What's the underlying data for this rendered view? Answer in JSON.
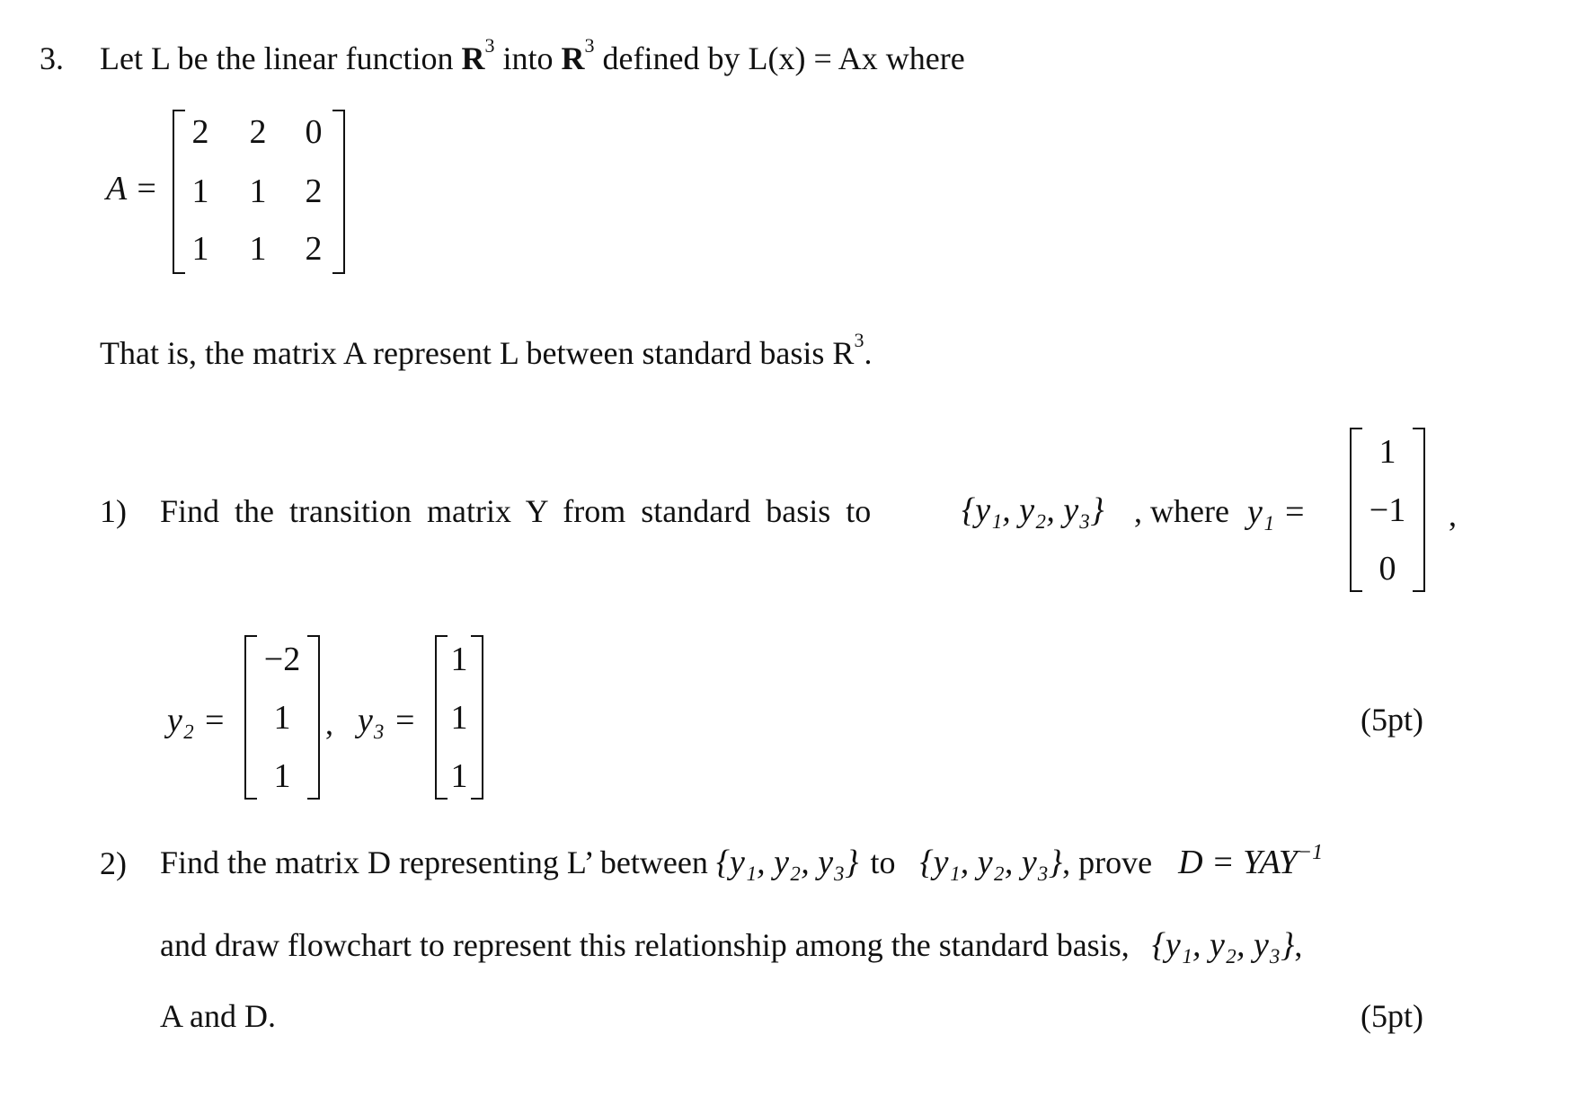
{
  "problem": {
    "number": "3.",
    "intro_a": "Let L be the linear function ",
    "R": "R",
    "exp3": "3",
    "intro_into": " into ",
    "intro_b": " defined by L(x) = Ax where",
    "matrix_label": "A =",
    "matrix_A": [
      [
        "2",
        "2",
        "0"
      ],
      [
        "1",
        "1",
        "2"
      ],
      [
        "1",
        "1",
        "2"
      ]
    ],
    "that_is": "That is, the matrix A represent L between standard basis R",
    "that_is_end": "."
  },
  "part1": {
    "num": "1)",
    "text": "Find the transition matrix Y from standard basis to",
    "set": "{y₁, y₂, y₃}",
    "where": ", where",
    "y1_label": "y₁ =",
    "y1": [
      "1",
      "−1",
      "0"
    ],
    "comma": ",",
    "y2_label": "y₂ =",
    "y2": [
      "−2",
      "1",
      "1"
    ],
    "sep": ",",
    "y3_label": "y₃ =",
    "y3": [
      "1",
      "1",
      "1"
    ],
    "points": "(5pt)"
  },
  "part2": {
    "num": "2)",
    "line1_a": "Find the matrix D representing L’ between",
    "set1": "{y₁, y₂, y₃}",
    "to": "to",
    "set2": "{y₁, y₂, y₃}",
    "prove": ", prove",
    "formula": "D = YAY",
    "formula_exp": "−1",
    "line2": "and draw flowchart to represent this relationship among the standard basis,",
    "set3": "{y₁, y₂, y₃}",
    "line2_end": ",",
    "line3": "A and D.",
    "points": "(5pt)"
  }
}
